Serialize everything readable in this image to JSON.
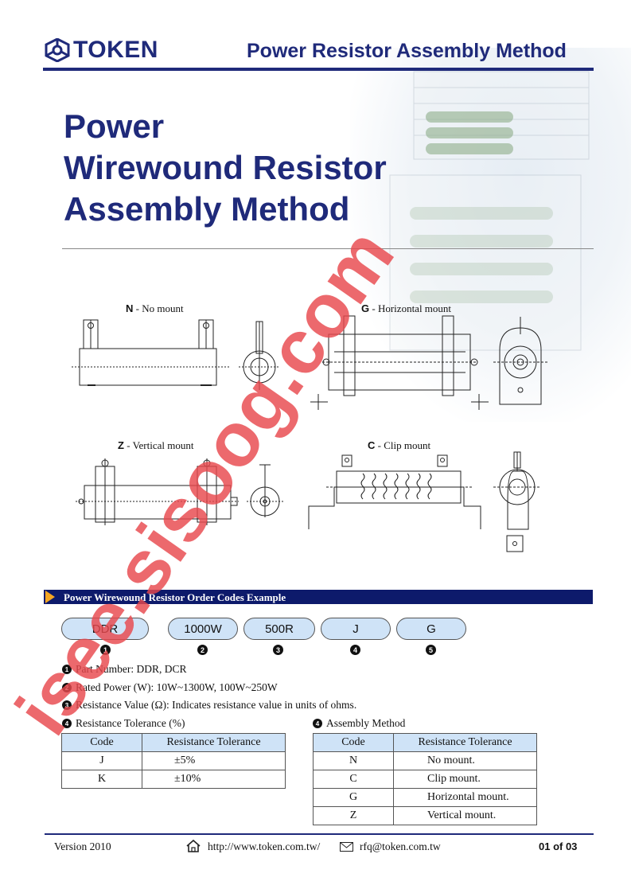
{
  "header": {
    "brand": "TOKEN",
    "title": "Power Resistor Assembly Method"
  },
  "hero": {
    "title_lines": [
      "Power",
      "Wirewound Resistor",
      "Assembly Method"
    ]
  },
  "diagrams": [
    {
      "code": "N",
      "sep": " - ",
      "label": "No mount"
    },
    {
      "code": "G",
      "sep": " - ",
      "label": "Horizontal mount"
    },
    {
      "code": "Z",
      "sep": " - ",
      "label": "Vertical mount"
    },
    {
      "code": "C",
      "sep": " - ",
      "label": "Clip mount"
    }
  ],
  "order_codes": {
    "section_title": "Power Wirewound Resistor Order Codes Example",
    "pills": [
      "DDR",
      "1000W",
      "500R",
      "J",
      "G"
    ],
    "markers": [
      "1",
      "2",
      "3",
      "4",
      "5"
    ],
    "descriptions": [
      {
        "marker": "1",
        "text": "Part Number: DDR, DCR"
      },
      {
        "marker": "2",
        "text": "Rated Power (W): 10W~1300W, 100W~250W"
      },
      {
        "marker": "3",
        "text": "Resistance Value (Ω): Indicates resistance value in units of ohms."
      },
      {
        "marker": "4",
        "text": "Resistance Tolerance (%)"
      }
    ],
    "assembly_heading": {
      "marker": "4",
      "text": "Assembly Method"
    },
    "tolerance_table": {
      "headers": [
        "Code",
        "Resistance Tolerance"
      ],
      "rows": [
        [
          "J",
          "±5%"
        ],
        [
          "K",
          "±10%"
        ]
      ]
    },
    "assembly_table": {
      "headers": [
        "Code",
        "Resistance Tolerance"
      ],
      "rows": [
        [
          "N",
          "No mount."
        ],
        [
          "C",
          "Clip mount."
        ],
        [
          "G",
          "Horizontal mount."
        ],
        [
          "Z",
          "Vertical mount."
        ]
      ]
    }
  },
  "footer": {
    "version": "Version 2010",
    "website": "http://www.token.com.tw/",
    "email": "rfq@token.com.tw",
    "page": "01 of 03"
  },
  "watermark": "isee.sisoog.com",
  "colors": {
    "brand_navy": "#1f2a7a",
    "section_bar": "#0d1a6b",
    "pill_fill": "#cfe3f7",
    "watermark": "#e8484d",
    "arrow": "#f5a623"
  }
}
